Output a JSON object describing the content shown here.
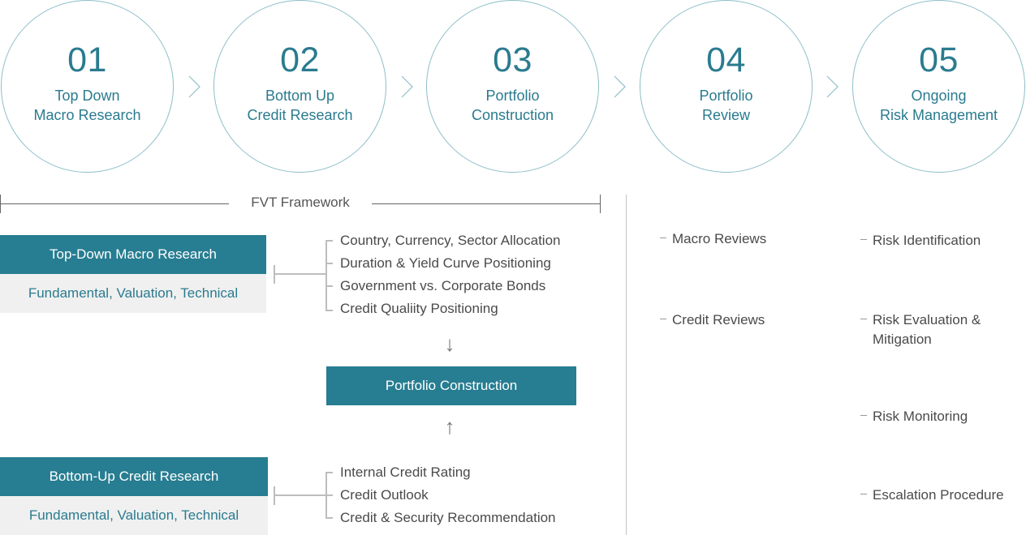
{
  "steps": [
    {
      "number": "01",
      "line1": "Top Down",
      "line2": "Macro Research"
    },
    {
      "number": "02",
      "line1": "Bottom Up",
      "line2": "Credit Research"
    },
    {
      "number": "03",
      "line1": "Portfolio",
      "line2": "Construction"
    },
    {
      "number": "04",
      "line1": "Portfolio",
      "line2": "Review"
    },
    {
      "number": "05",
      "line1": "Ongoing",
      "line2": "Risk Management"
    }
  ],
  "framework": {
    "title": "FVT Framework",
    "top_down": {
      "title": "Top-Down Macro Research",
      "subtitle": "Fundamental, Valuation, Technical",
      "items": [
        "Country, Currency, Sector Allocation",
        "Duration & Yield Curve Positioning",
        "Government vs. Corporate Bonds",
        "Credit Qualiity Positioning"
      ]
    },
    "portfolio_construction": "Portfolio Construction",
    "bottom_up": {
      "title": "Bottom-Up Credit Research",
      "subtitle": "Fundamental, Valuation, Technical",
      "items": [
        "Internal Credit Rating",
        "Credit Outlook",
        "Credit & Security Recommendation"
      ]
    },
    "arrows": {
      "down": "↓",
      "up": "↑"
    }
  },
  "portfolio_review": {
    "items": [
      "Macro Reviews",
      "Credit Reviews"
    ]
  },
  "risk_management": {
    "items": [
      "Risk Identification",
      "Risk Evaluation & Mitigation",
      "Risk Monitoring",
      "Escalation Procedure"
    ]
  },
  "colors": {
    "accent": "#277d91",
    "accent_text": "#2a7b8f",
    "circle_border": "#8ebfc9",
    "light_box": "#f0f0f0"
  }
}
